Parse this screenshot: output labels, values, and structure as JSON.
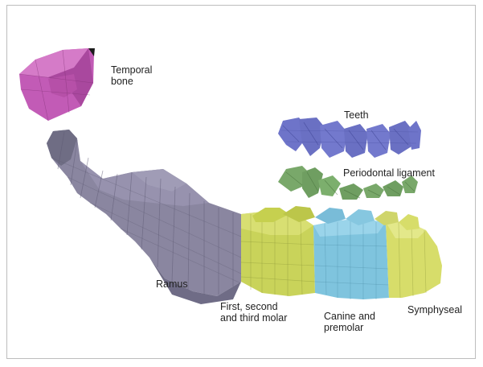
{
  "figure": {
    "labels": {
      "temporal_bone": "Temporal\nbone",
      "teeth": "Teeth",
      "periodontal_ligament": "Periodontal ligament",
      "ramus": "Ramus",
      "molar": "First, second\nand third molar",
      "canine_premolar": "Canine and\npremolar",
      "symphyseal": "Symphyseal"
    },
    "colors": {
      "temporal_bone": "#c25bb6",
      "teeth": "#6e74c9",
      "ligament": "#79a86a",
      "ramus": "#8a86a0",
      "molar": "#c9d35a",
      "canine_premolar": "#7fc4de",
      "symphyseal": "#d7dd6a"
    }
  }
}
